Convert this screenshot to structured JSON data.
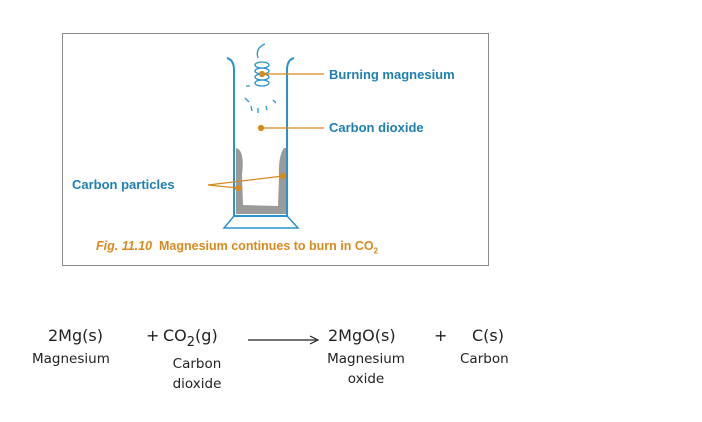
{
  "figure": {
    "labels": {
      "burning_magnesium": "Burning magnesium",
      "carbon_dioxide": "Carbon dioxide",
      "carbon_particles": "Carbon particles"
    },
    "caption": {
      "number": "Fig. 11.10",
      "text": "Magnesium continues to burn in CO",
      "subscript": "2"
    },
    "colors": {
      "label": "#1f7fb2",
      "caption": "#d98a1e",
      "pointer": "#d98a1e",
      "residue": "#9a9a9a"
    }
  },
  "equation": {
    "reactant1": {
      "formula": "2Mg(s)",
      "name": "Magnesium"
    },
    "plus1": "+",
    "reactant2": {
      "formula_a": "CO",
      "formula_sub": "2",
      "formula_b": "(g)",
      "name_line1": "Carbon",
      "name_line2": "dioxide"
    },
    "product1": {
      "formula": "2MgO(s)",
      "name_line1": "Magnesium",
      "name_line2": "oxide"
    },
    "plus2": "+",
    "product2": {
      "formula": "C(s)",
      "name": "Carbon"
    }
  }
}
